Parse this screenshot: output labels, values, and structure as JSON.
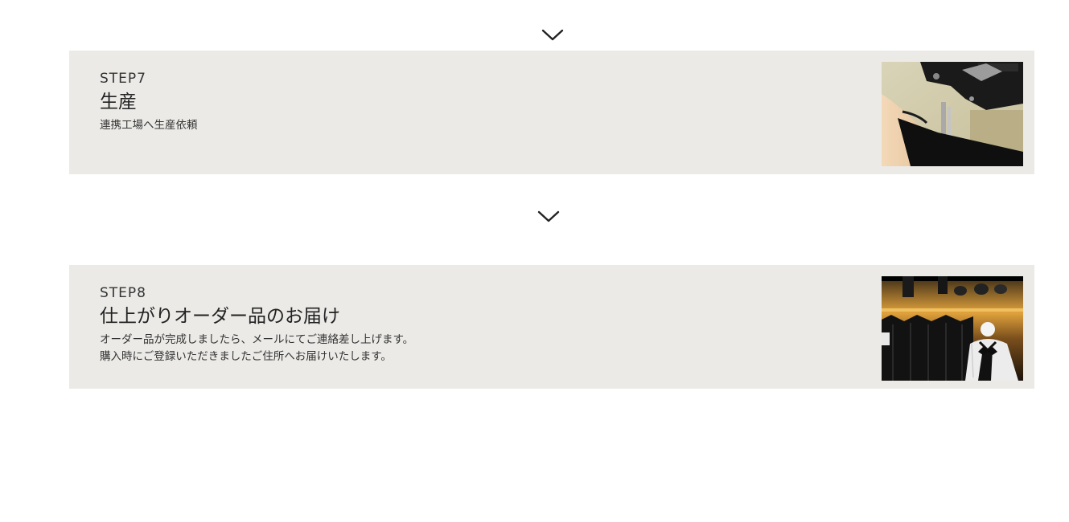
{
  "steps": [
    {
      "label": "STEP7",
      "title": "生産",
      "description": "連携工場へ生産依頼",
      "photo_icon": "sewing-machine-photo"
    },
    {
      "label": "STEP8",
      "title": "仕上がりオーダー品のお届け",
      "description": "オーダー品が完成しましたら、メールにてご連絡差し上げます。\n購入時にご登録いただきましたご住所へお届けいたします。",
      "photo_icon": "boutique-mannequin-photo"
    }
  ],
  "icons": {
    "arrow": "chevron-down-icon"
  },
  "colors": {
    "card_background": "#ebeae7",
    "chevron": "#222222"
  }
}
